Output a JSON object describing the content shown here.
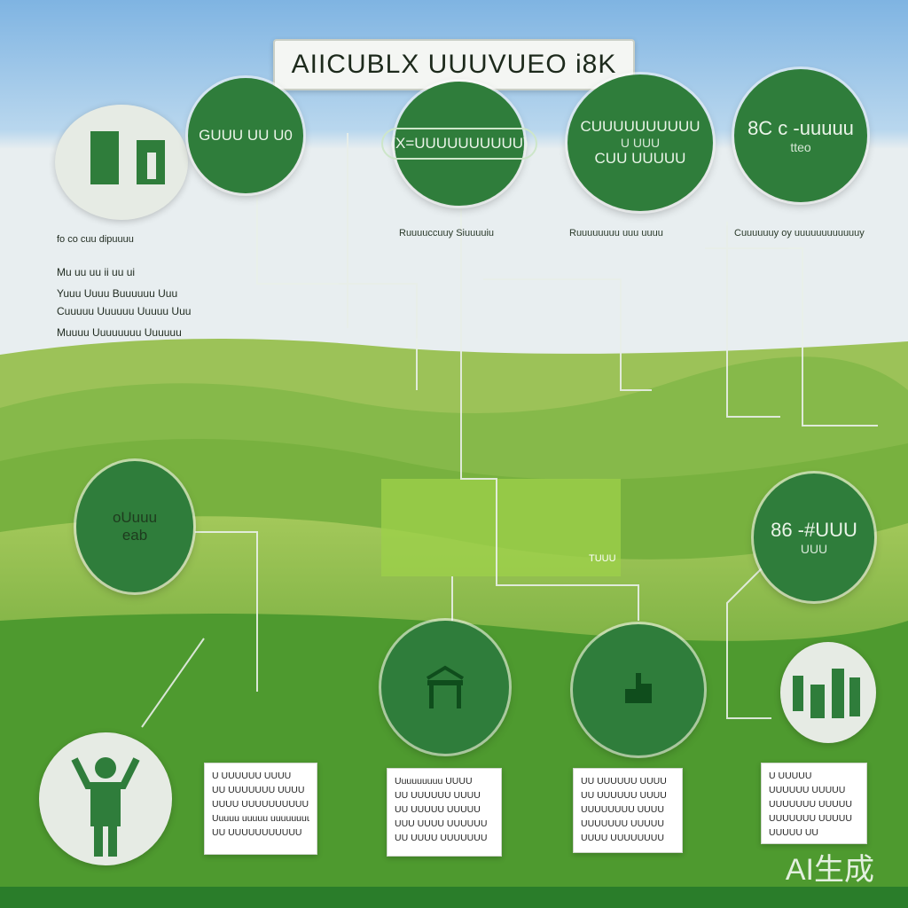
{
  "title": "AIICUBLX UUUVUEO i8K",
  "top_circles": [
    {
      "lines": [
        "GUUU UU U0"
      ],
      "caption": ""
    },
    {
      "lines": [
        "(X=UUUUUUUUUU)"
      ],
      "caption": "Ruuuuccuuy Siuuuuiu"
    },
    {
      "lines": [
        "CUUUUUUUUUU",
        "U UUU",
        "CUU UUUUU"
      ],
      "caption": "Ruuuuuuuu uuu uuuu"
    },
    {
      "lines": [
        "8C c -uuuuu",
        "tteo"
      ],
      "caption": "Cuuuuuuy oy uuuuuuuuuuuuy"
    }
  ],
  "left_sidebar": {
    "heading": "fo co cuu dipuuuu",
    "lines": [
      "Mu uu uu ii uu ui",
      "Yuuu Uuuu Buuuuuu Uuu",
      "Cuuuuu Uuuuuu Uuuuu Uuu",
      "Muuuu Uuuuuuuu Uuuuuu"
    ]
  },
  "mid_circles": {
    "left": {
      "lines": [
        "oUuuu",
        "eab"
      ]
    },
    "right": {
      "lines": [
        "86 -#UUU",
        "UUU"
      ]
    }
  },
  "mid_label": "TUUU",
  "cards": [
    {
      "lines": [
        "U UUUUUU UUUU",
        "UU UUUUUUU UUUU",
        "UUUU UUUUUUUUUU",
        "Uuuuu uuuuu uuuuuuuuu",
        "UU UUUUUUUUUUU"
      ]
    },
    {
      "lines": [
        "Uuuuuuuuu UUUU",
        "UU UUUUUU UUUU",
        "UU UUUUU UUUUU",
        "UUU UUUU UUUUUU",
        "UU UUUU UUUUUUU"
      ]
    },
    {
      "lines": [
        "UU UUUUUU UUUU",
        "UU UUUUUU UUUU",
        "UUUUUUUU UUUU",
        "UUUUUUU UUUUU",
        "UUUU UUUUUUUU"
      ]
    },
    {
      "lines": [
        "U UUUUU",
        "UUUUUU UUUUU",
        "UUUUUUU UUUUU",
        "UUUUUUU UUUUU",
        "UUUUU UU"
      ]
    }
  ],
  "watermark": "AI生成",
  "colors": {
    "primary_green": "#2f7d3b",
    "sky": "#9cc6e6",
    "field": "#7cb33d"
  },
  "icons": [
    "logo-icon",
    "cart-icon",
    "hand-icon",
    "trophy-icon",
    "person-icon"
  ]
}
